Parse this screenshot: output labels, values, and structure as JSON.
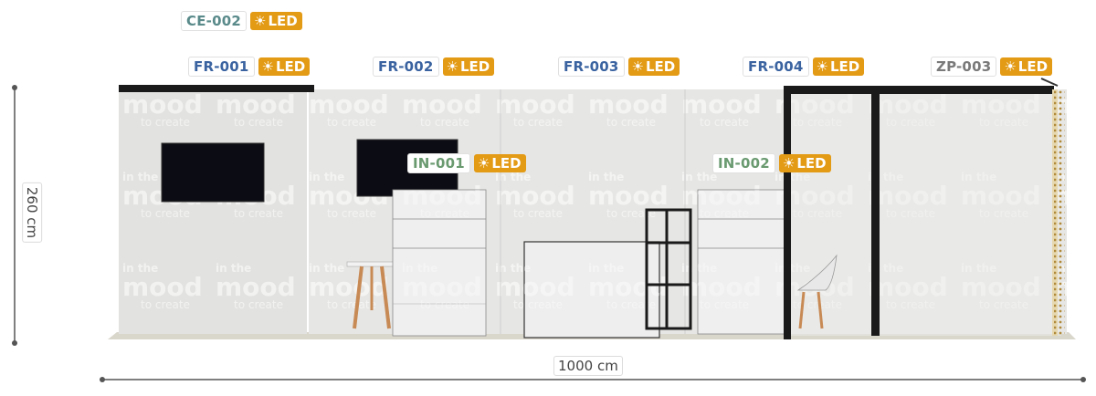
{
  "labels": {
    "ce002": {
      "code": "CE-002",
      "led": "LED",
      "color": "#5a8a8a"
    },
    "fr001": {
      "code": "FR-001",
      "led": "LED",
      "color": "#3a63a0"
    },
    "fr002": {
      "code": "FR-002",
      "led": "LED",
      "color": "#3a63a0"
    },
    "fr003": {
      "code": "FR-003",
      "led": "LED",
      "color": "#3a63a0"
    },
    "fr004": {
      "code": "FR-004",
      "led": "LED",
      "color": "#3a63a0"
    },
    "zp003": {
      "code": "ZP-003",
      "led": "LED",
      "color": "#7a7a7a"
    },
    "in001": {
      "code": "IN-001",
      "led": "LED",
      "color": "#6a9a70"
    },
    "in002": {
      "code": "IN-002",
      "led": "LED",
      "color": "#6a9a70"
    }
  },
  "led_badge_color": "#e39a14",
  "led_icon": "sun-icon",
  "dimensions": {
    "width": "1000 cm",
    "height": "260 cm"
  },
  "graphic": {
    "line1": "in the",
    "line2": "mood",
    "line3": "to create"
  },
  "colors": {
    "wall": "#e6e6e4",
    "frame": "#1a1a1a",
    "floor": "#d9d6cc",
    "screen": "#0c0c14"
  }
}
